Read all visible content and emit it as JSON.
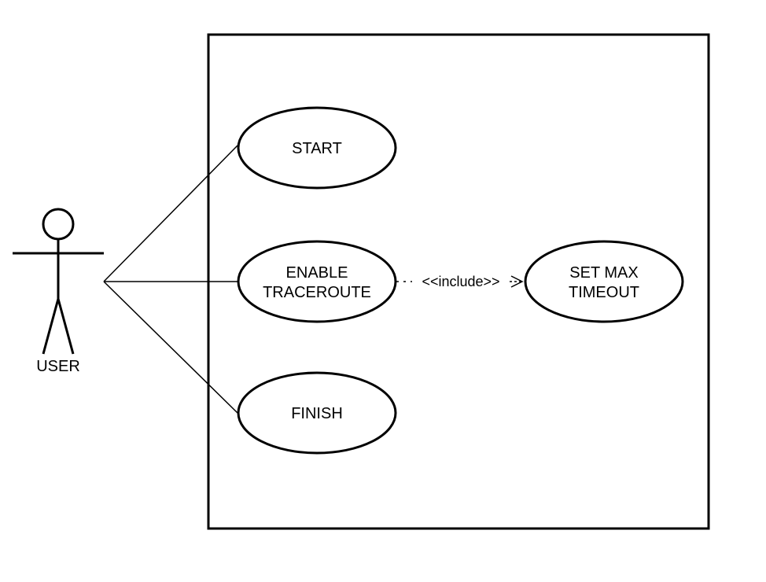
{
  "diagram": {
    "actor": {
      "label": "USER"
    },
    "use_cases": {
      "start": {
        "label": "START"
      },
      "enable_traceroute": {
        "line1": "ENABLE",
        "line2": "TRACEROUTE"
      },
      "finish": {
        "label": "FINISH"
      },
      "set_max_timeout": {
        "line1": "SET MAX",
        "line2": "TIMEOUT"
      }
    },
    "relationships": {
      "include": {
        "label": "<<include>>"
      }
    }
  }
}
